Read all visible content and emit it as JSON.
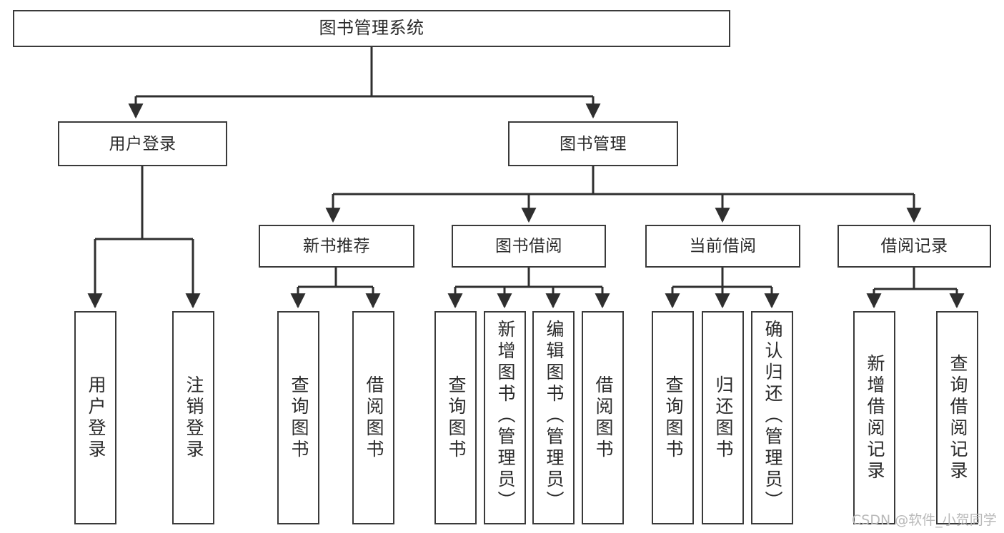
{
  "diagram": {
    "title": "图书管理系统",
    "type": "tree-hierarchy",
    "root": {
      "id": "root",
      "label": "图书管理系统"
    },
    "level2": [
      {
        "id": "user-login",
        "label": "用户登录"
      },
      {
        "id": "book-manage",
        "label": "图书管理"
      }
    ],
    "level3": [
      {
        "id": "new-book-recommend",
        "label": "新书推荐",
        "parent": "book-manage"
      },
      {
        "id": "book-borrow",
        "label": "图书借阅",
        "parent": "book-manage"
      },
      {
        "id": "current-borrow",
        "label": "当前借阅",
        "parent": "book-manage"
      },
      {
        "id": "borrow-record",
        "label": "借阅记录",
        "parent": "book-manage"
      }
    ],
    "leaves": [
      {
        "id": "leaf-user-login",
        "label": "用户登录",
        "parent": "user-login"
      },
      {
        "id": "leaf-logout",
        "label": "注销登录",
        "parent": "user-login"
      },
      {
        "id": "leaf-query-book-1",
        "label": "查询图书",
        "parent": "new-book-recommend"
      },
      {
        "id": "leaf-borrow-book-1",
        "label": "借阅图书",
        "parent": "new-book-recommend"
      },
      {
        "id": "leaf-query-book-2",
        "label": "查询图书",
        "parent": "book-borrow"
      },
      {
        "id": "leaf-add-book",
        "label": "新增图书（管理员）",
        "parent": "book-borrow"
      },
      {
        "id": "leaf-edit-book",
        "label": "编辑图书（管理员）",
        "parent": "book-borrow"
      },
      {
        "id": "leaf-borrow-book-2",
        "label": "借阅图书",
        "parent": "book-borrow"
      },
      {
        "id": "leaf-query-book-3",
        "label": "查询图书",
        "parent": "current-borrow"
      },
      {
        "id": "leaf-return-book",
        "label": "归还图书",
        "parent": "current-borrow"
      },
      {
        "id": "leaf-confirm-return",
        "label": "确认归还（管理员）",
        "parent": "current-borrow"
      },
      {
        "id": "leaf-add-record",
        "label": "新增借阅记录",
        "parent": "borrow-record"
      },
      {
        "id": "leaf-query-record",
        "label": "查询借阅记录",
        "parent": "borrow-record"
      }
    ],
    "watermark": "CSDN @软件_小贺同学",
    "colors": {
      "border": "#3a3a3a",
      "text": "#2b2b2b",
      "background": "#ffffff",
      "edge": "#2f2f2f",
      "watermark": "#b9b9b9"
    }
  }
}
